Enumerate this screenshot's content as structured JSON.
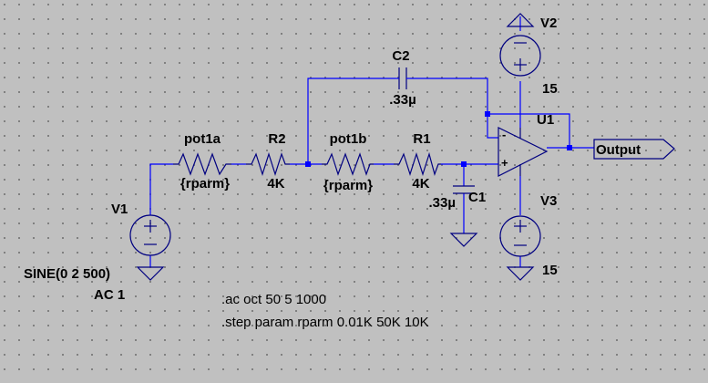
{
  "components": {
    "v1": {
      "name": "V1",
      "value": "SINE(0 2 500)",
      "ac": "AC 1"
    },
    "v2": {
      "name": "V2",
      "value": "15"
    },
    "v3": {
      "name": "V3",
      "value": "15"
    },
    "pot1a": {
      "name": "pot1a",
      "value": "{rparm}"
    },
    "r2": {
      "name": "R2",
      "value": "4K"
    },
    "pot1b": {
      "name": "pot1b",
      "value": "{rparm}"
    },
    "r1": {
      "name": "R1",
      "value": "4K"
    },
    "c1": {
      "name": "C1",
      "value": ".33µ"
    },
    "c2": {
      "name": "C2",
      "value": ".33µ"
    },
    "u1": {
      "name": "U1",
      "in_plus": "+",
      "in_minus": "-"
    }
  },
  "net_label": "Output",
  "directives": {
    "ac": ".ac oct 50 5 1000",
    "step": ".step param rparm 0.01K 50K 10K"
  },
  "colors": {
    "background": "#c0c0c0",
    "wire": "#0000ff",
    "component": "#000080",
    "text": "#000000"
  }
}
